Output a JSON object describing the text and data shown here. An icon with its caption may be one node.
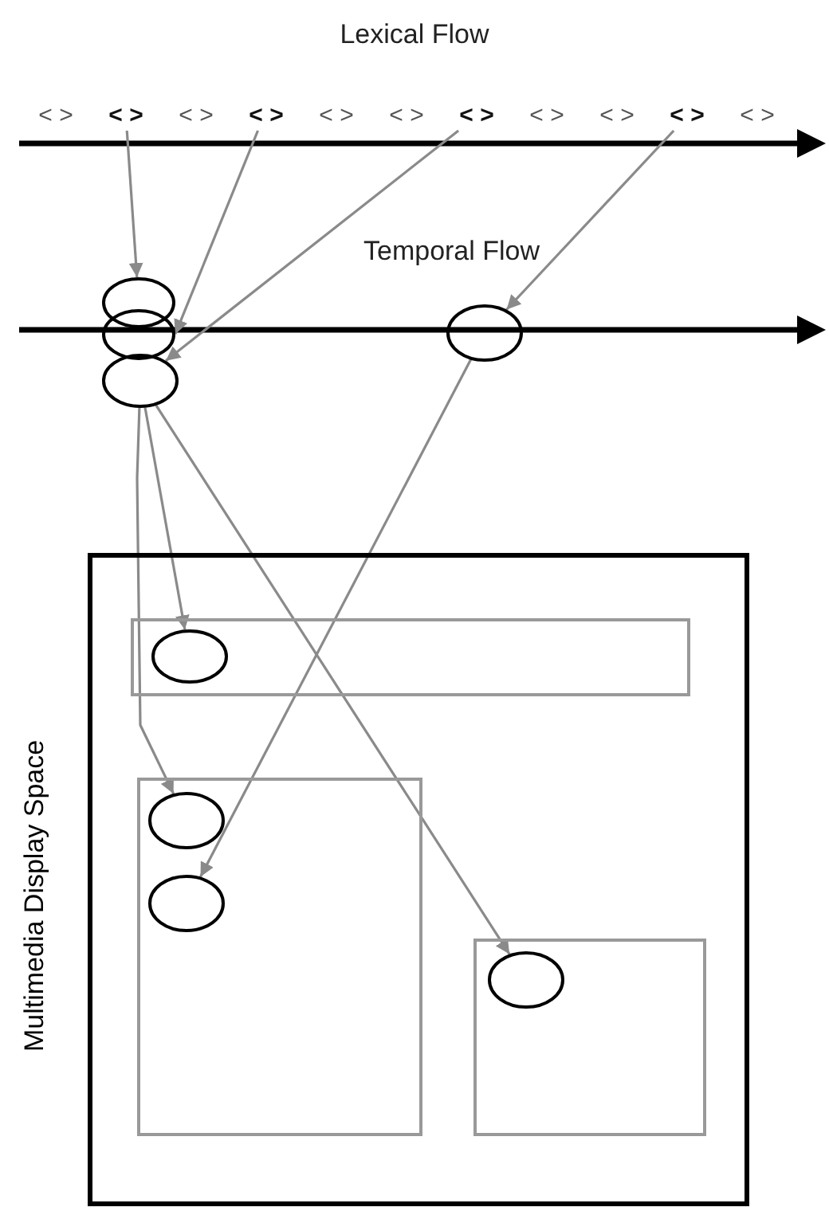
{
  "diagram": {
    "title": "Lexical Flow",
    "nodes": [
      {
        "text": [
          "< >"
        ]
      },
      {
        "text": [
          "< >"
        ]
      },
      {
        "text": [
          "< >"
        ]
      },
      {
        "text": [
          "< >"
        ]
      },
      {
        "text": [
          "< >"
        ]
      },
      {
        "text": [
          "< >"
        ]
      },
      {
        "text": [
          "< >"
        ]
      },
      {
        "text": [
          "< >"
        ]
      },
      {
        "text": [
          "< >"
        ]
      },
      {
        "text": [
          "< >"
        ]
      },
      {
        "text": [
          "< >"
        ]
      },
      {
        "text": [],
        "shape": "ellipse"
      },
      {
        "text": [],
        "shape": "ellipse"
      },
      {
        "text": [],
        "shape": "ellipse"
      },
      {
        "text": [],
        "shape": "ellipse"
      },
      {
        "text": [
          "Multimedia Display Space"
        ]
      },
      {
        "text": [],
        "shape": "box",
        "in": 15
      },
      {
        "text": [],
        "shape": "ellipse",
        "in": 16
      },
      {
        "text": [],
        "shape": "box",
        "in": 15
      },
      {
        "text": [],
        "shape": "ellipse",
        "in": 18
      },
      {
        "text": [],
        "shape": "ellipse",
        "in": 18
      },
      {
        "text": [],
        "shape": "box",
        "in": 15
      },
      {
        "text": [],
        "shape": "ellipse",
        "in": 21
      }
    ],
    "edges": [
      {
        "from": 1,
        "to": 11,
        "arrow": "to"
      },
      {
        "from": 3,
        "to": 12,
        "arrow": "to"
      },
      {
        "from": 6,
        "to": 13,
        "arrow": "to"
      },
      {
        "from": 9,
        "to": 14,
        "arrow": "to"
      },
      {
        "from": 13,
        "to": 17,
        "arrow": "to"
      },
      {
        "from": 13,
        "to": 19,
        "arrow": "to"
      },
      {
        "from": 13,
        "to": 22,
        "arrow": "to"
      },
      {
        "from": 14,
        "to": 20,
        "arrow": "to"
      }
    ],
    "labels": [
      "Temporal Flow"
    ]
  }
}
